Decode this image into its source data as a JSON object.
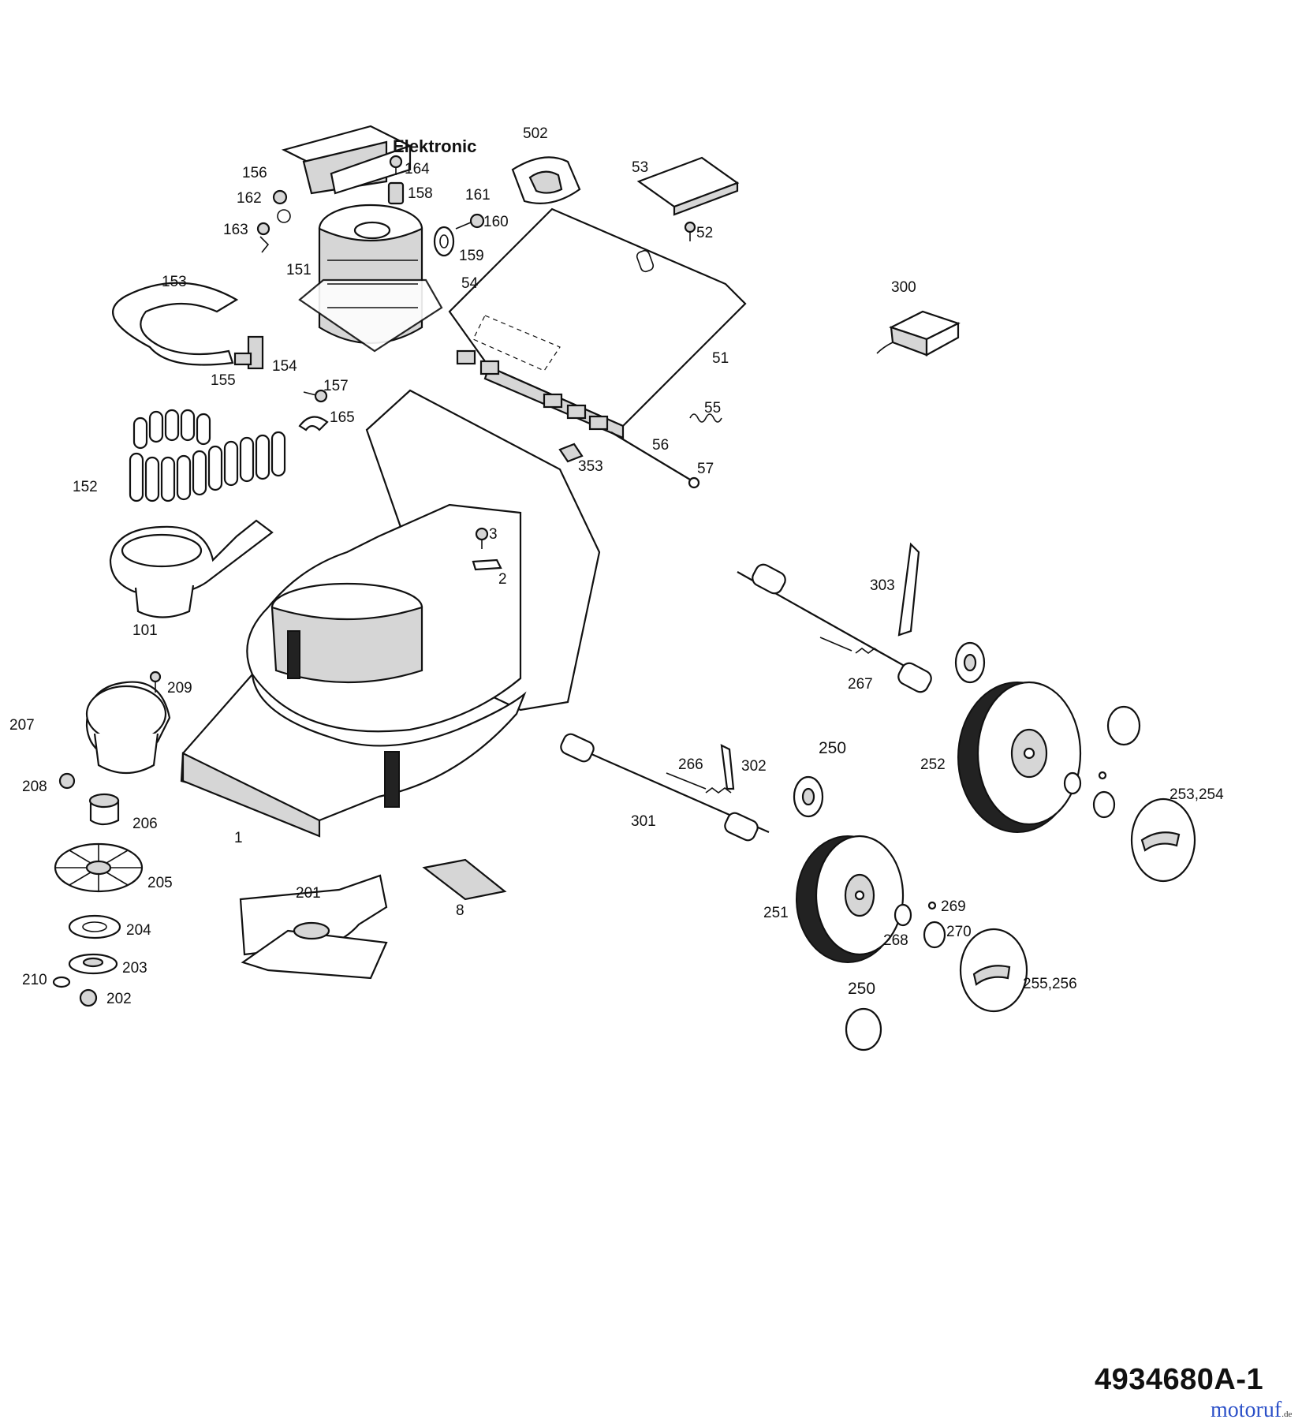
{
  "diagram": {
    "title": "Elektronic",
    "document_number": "4934680A-1",
    "watermark": {
      "brand": "motoruf",
      "tld": ".de"
    },
    "labels": [
      "502",
      "Elektronic",
      "156",
      "164",
      "158",
      "53",
      "161",
      "162",
      "160",
      "163",
      "52",
      "159",
      "151",
      "54",
      "153",
      "300",
      "51",
      "155",
      "154",
      "157",
      "55",
      "165",
      "56",
      "353",
      "57",
      "152",
      "3",
      "2",
      "303",
      "101",
      "267",
      "209",
      "207",
      "250",
      "252",
      "266",
      "302",
      "208",
      "253,254",
      "206",
      "301",
      "1",
      "205",
      "201",
      "8",
      "269",
      "251",
      "204",
      "268",
      "270",
      "203",
      "210",
      "255,256",
      "202",
      "250"
    ]
  }
}
